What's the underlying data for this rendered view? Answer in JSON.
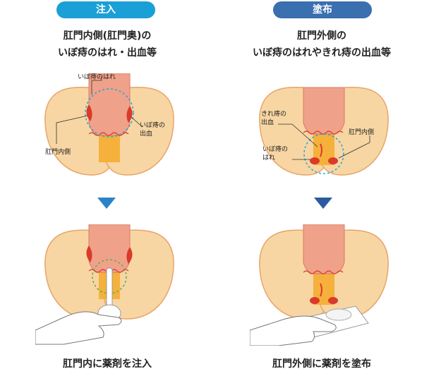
{
  "colors": {
    "left_accent": "#1aa0d6",
    "right_accent": "#3a6fb0",
    "skin": "#f7d6a3",
    "outline": "#e8a46a",
    "rectum": "#f0a18a",
    "hemorrhoid": "#d93a2a",
    "canal": "#f5b13b",
    "dotted_left": "#2aa3d6",
    "dotted_green": "#5ab04a"
  },
  "left": {
    "tag": "注入",
    "heading_line1": "肛門内側(肛門奥)の",
    "heading_line2": "いぼ痔のはれ・出血等",
    "labels": {
      "top": "いぼ痔のはれ",
      "left": "肛門内側",
      "right_line1": "いぼ痔の",
      "right_line2": "出血"
    },
    "caption": "肛門内に薬剤を注入",
    "icons": [
      "down-arrow-icon",
      "applicator-icon",
      "hand-icon"
    ]
  },
  "right": {
    "tag": "塗布",
    "heading_line1": "肛門外側の",
    "heading_line2": "いぼ痔のはれやきれ痔の出血等",
    "labels": {
      "a_line1": "きれ痔の",
      "a_line2": "出血",
      "b_line1": "いぼ痔の",
      "b_line2": "はれ",
      "c": "肛門内側"
    },
    "caption": "肛門外側に薬剤を塗布",
    "icons": [
      "down-arrow-icon",
      "gauze-icon",
      "hand-icon"
    ]
  }
}
